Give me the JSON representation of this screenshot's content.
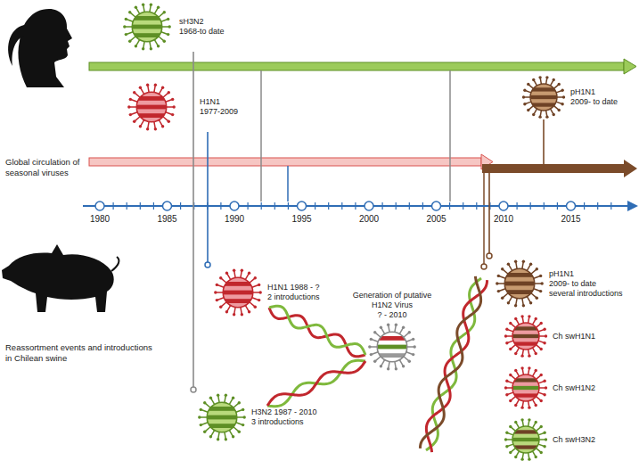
{
  "diagram": {
    "nodes": [
      {
        "text": [
          "sH3N2",
          "1968-to date"
        ]
      },
      {
        "text": [
          "H1N1",
          "1977-2009"
        ]
      },
      {
        "text": [
          "pH1N1",
          "2009- to date"
        ]
      },
      {
        "text": [
          "H1N1 1988 - ?",
          "2 introductions"
        ]
      },
      {
        "text": [
          "H3N2 1987 - 2010",
          "3 introductions"
        ]
      },
      {
        "text": [
          "Generation of putative H1N2 Virus",
          "? - 2010"
        ]
      },
      {
        "text": [
          "pH1N1",
          "2009- to date",
          "several introductions"
        ]
      },
      {
        "text": [
          "Ch swH1N1"
        ]
      },
      {
        "text": [
          "Ch swH1N2"
        ]
      },
      {
        "text": [
          "Ch swH3N2"
        ]
      }
    ],
    "edges": [
      {
        "from": 0,
        "to": 4,
        "arrow": "none"
      },
      {
        "from": 1,
        "to": 3,
        "arrow": "none"
      },
      {
        "from": 2,
        "to": 6,
        "arrow": "none"
      }
    ],
    "labels": [
      "Global circulation of seasonal viruses",
      "Reassortment events and introductions in Chilean swine",
      "1980",
      "1985",
      "1990",
      "1995",
      "2000",
      "2005",
      "2010",
      "2015"
    ]
  }
}
